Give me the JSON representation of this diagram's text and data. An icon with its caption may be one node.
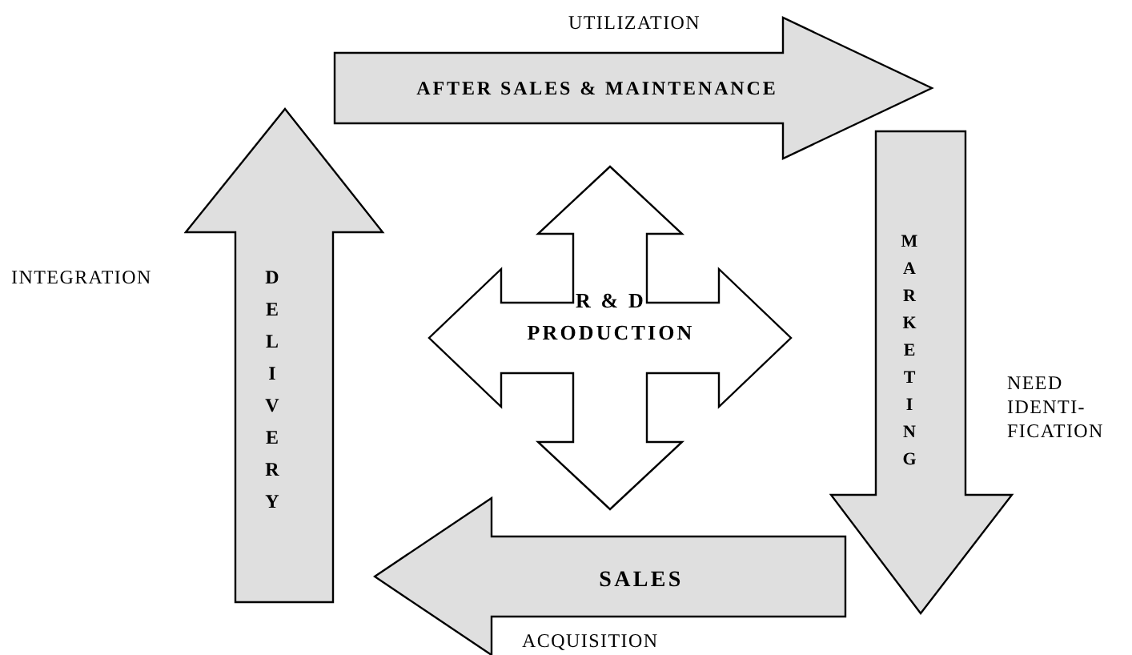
{
  "diagram": {
    "nodes": [
      {
        "text": [
          "AFTER SALES & MAINTENANCE"
        ],
        "beside": [
          "UTILIZATION"
        ]
      },
      {
        "text": [
          "MARKETING"
        ],
        "beside": [
          "NEED IDENTI- FICATION"
        ]
      },
      {
        "text": [
          "SALES"
        ],
        "beside": [
          "ACQUISITION"
        ]
      },
      {
        "text": [
          "DELIVERY"
        ],
        "beside": [
          "INTEGRATION"
        ]
      },
      {
        "text": [
          "R & D PRODUCTION"
        ]
      }
    ]
  }
}
